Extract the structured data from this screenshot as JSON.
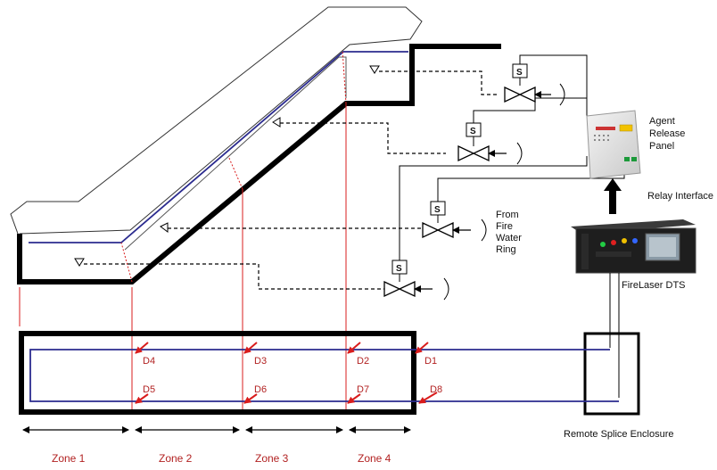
{
  "colors": {
    "structure": "#000000",
    "fiber": "#2b2b8f",
    "detector": "#d91c1c",
    "zone_text": "#b22222",
    "dashed_pipe": "#000000"
  },
  "labels": {
    "agent_release_panel": [
      "Agent",
      "Release",
      "Panel"
    ],
    "relay_interface": "Relay Interface",
    "from_fire_water_ring": [
      "From",
      "Fire",
      "Water",
      "Ring"
    ],
    "firelaser_dts": "FireLaser DTS",
    "remote_splice_enclosure": "Remote Splice Enclosure",
    "solenoid": "S"
  },
  "detectors": [
    "D1",
    "D2",
    "D3",
    "D4",
    "D5",
    "D6",
    "D7",
    "D8"
  ],
  "zones": [
    "Zone 1",
    "Zone 2",
    "Zone 3",
    "Zone 4"
  ]
}
